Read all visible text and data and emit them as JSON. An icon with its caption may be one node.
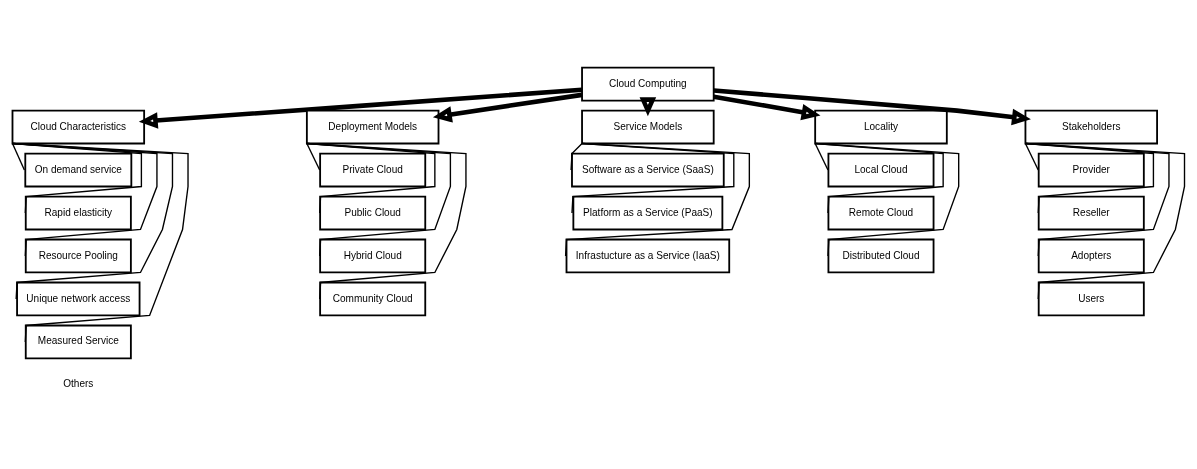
{
  "diagram": {
    "nodes": [
      {
        "text": [
          "Cloud Computing"
        ]
      },
      {
        "text": [
          "Cloud Characteristics"
        ]
      },
      {
        "text": [
          "On demand service"
        ]
      },
      {
        "text": [
          "Rapid elasticity"
        ]
      },
      {
        "text": [
          "Resource Pooling"
        ]
      },
      {
        "text": [
          "Unique network access"
        ]
      },
      {
        "text": [
          "Measured Service"
        ]
      },
      {
        "text": [
          "Deployment Models"
        ]
      },
      {
        "text": [
          "Private Cloud"
        ]
      },
      {
        "text": [
          "Public Cloud"
        ]
      },
      {
        "text": [
          "Hybrid Cloud"
        ]
      },
      {
        "text": [
          "Community Cloud"
        ]
      },
      {
        "text": [
          "Service Models"
        ]
      },
      {
        "text": [
          "Software as a Service (SaaS)"
        ]
      },
      {
        "text": [
          "Platform as a Service (PaaS)"
        ]
      },
      {
        "text": [
          "Infrastucture as a Service (IaaS)"
        ]
      },
      {
        "text": [
          "Locality"
        ]
      },
      {
        "text": [
          "Local Cloud"
        ]
      },
      {
        "text": [
          "Remote Cloud"
        ]
      },
      {
        "text": [
          "Distributed Cloud"
        ]
      },
      {
        "text": [
          "Stakeholders"
        ]
      },
      {
        "text": [
          "Provider"
        ]
      },
      {
        "text": [
          "Reseller"
        ]
      },
      {
        "text": [
          "Adopters"
        ]
      },
      {
        "text": [
          "Users"
        ]
      }
    ],
    "edges": [
      {
        "from": 0,
        "to": 1,
        "arrow": "to",
        "style": "thick"
      },
      {
        "from": 0,
        "to": 7,
        "arrow": "to",
        "style": "thick"
      },
      {
        "from": 0,
        "to": 12,
        "arrow": "to",
        "style": "thick"
      },
      {
        "from": 0,
        "to": 16,
        "arrow": "to",
        "style": "thick"
      },
      {
        "from": 0,
        "to": 20,
        "arrow": "to",
        "style": "thick"
      },
      {
        "from": 1,
        "to": 2,
        "arrow": "none"
      },
      {
        "from": 1,
        "to": 3,
        "arrow": "none"
      },
      {
        "from": 1,
        "to": 4,
        "arrow": "none"
      },
      {
        "from": 1,
        "to": 5,
        "arrow": "none"
      },
      {
        "from": 1,
        "to": 6,
        "arrow": "none"
      },
      {
        "from": 7,
        "to": 8,
        "arrow": "none"
      },
      {
        "from": 7,
        "to": 9,
        "arrow": "none"
      },
      {
        "from": 7,
        "to": 10,
        "arrow": "none"
      },
      {
        "from": 7,
        "to": 11,
        "arrow": "none"
      },
      {
        "from": 12,
        "to": 13,
        "arrow": "none"
      },
      {
        "from": 12,
        "to": 14,
        "arrow": "none"
      },
      {
        "from": 12,
        "to": 15,
        "arrow": "none"
      },
      {
        "from": 16,
        "to": 17,
        "arrow": "none"
      },
      {
        "from": 16,
        "to": 18,
        "arrow": "none"
      },
      {
        "from": 16,
        "to": 19,
        "arrow": "none"
      },
      {
        "from": 20,
        "to": 21,
        "arrow": "none"
      },
      {
        "from": 20,
        "to": 22,
        "arrow": "none"
      },
      {
        "from": 20,
        "to": 23,
        "arrow": "none"
      },
      {
        "from": 20,
        "to": 24,
        "arrow": "none"
      }
    ],
    "labels": [
      "Others"
    ]
  }
}
